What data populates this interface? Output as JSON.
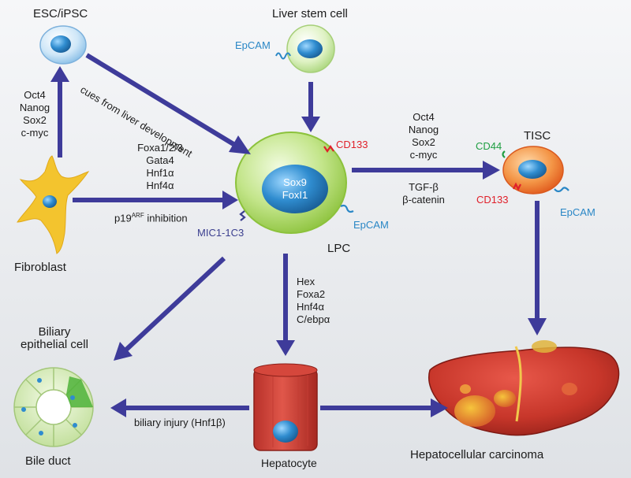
{
  "cells": {
    "esc_ipsc": "ESC/iPSC",
    "liver_stem_cell": "Liver stem cell",
    "lpc": "LPC",
    "tisc": "TISC",
    "fibroblast": "Fibroblast",
    "biliary_epithelial_cell": [
      "Biliary",
      "epithelial cell"
    ],
    "bile_duct": "Bile duct",
    "hepatocyte": "Hepatocyte",
    "hcc": "Hepatocellular carcinoma"
  },
  "lpc_nucleus": [
    "Sox9",
    "FoxI1"
  ],
  "markers": {
    "epcam_stem": "EpCAM",
    "cd133_lpc": "CD133",
    "epcam_lpc": "EpCAM",
    "mic_lpc": "MIC1-1C3",
    "cd44_tisc": "CD44",
    "cd133_tisc": "CD133",
    "epcam_tisc": "EpCAM"
  },
  "factors": {
    "fibroblast_to_esc": [
      "Oct4",
      "Nanog",
      "Sox2",
      "c-myc"
    ],
    "fibroblast_to_lpc": [
      "Foxa1/2/3",
      "Gata4",
      "Hnf1α",
      "Hnf4α"
    ],
    "p19_prefix": "p19",
    "p19_sup": "ARF",
    "p19_suffix": " inhibition",
    "lpc_to_tisc_top": [
      "Oct4",
      "Nanog",
      "Sox2",
      "c-myc"
    ],
    "lpc_to_tisc_bottom": [
      "TGF-β",
      "β-catenin"
    ],
    "lpc_to_hepatocyte": [
      "Hex",
      "Foxa2",
      "Hnf4α",
      "C/ebpα"
    ],
    "cues": "cues from liver development",
    "biliary_injury": "biliary injury (Hnf1β)"
  },
  "colors": {
    "arrow": "#3e3b9a",
    "lpc_body": "#a8d552",
    "nucleus": "#2f8ccf",
    "tisc_body": "#f07a2a",
    "liver": "#c7362a",
    "fibroblast": "#f3c42e"
  }
}
